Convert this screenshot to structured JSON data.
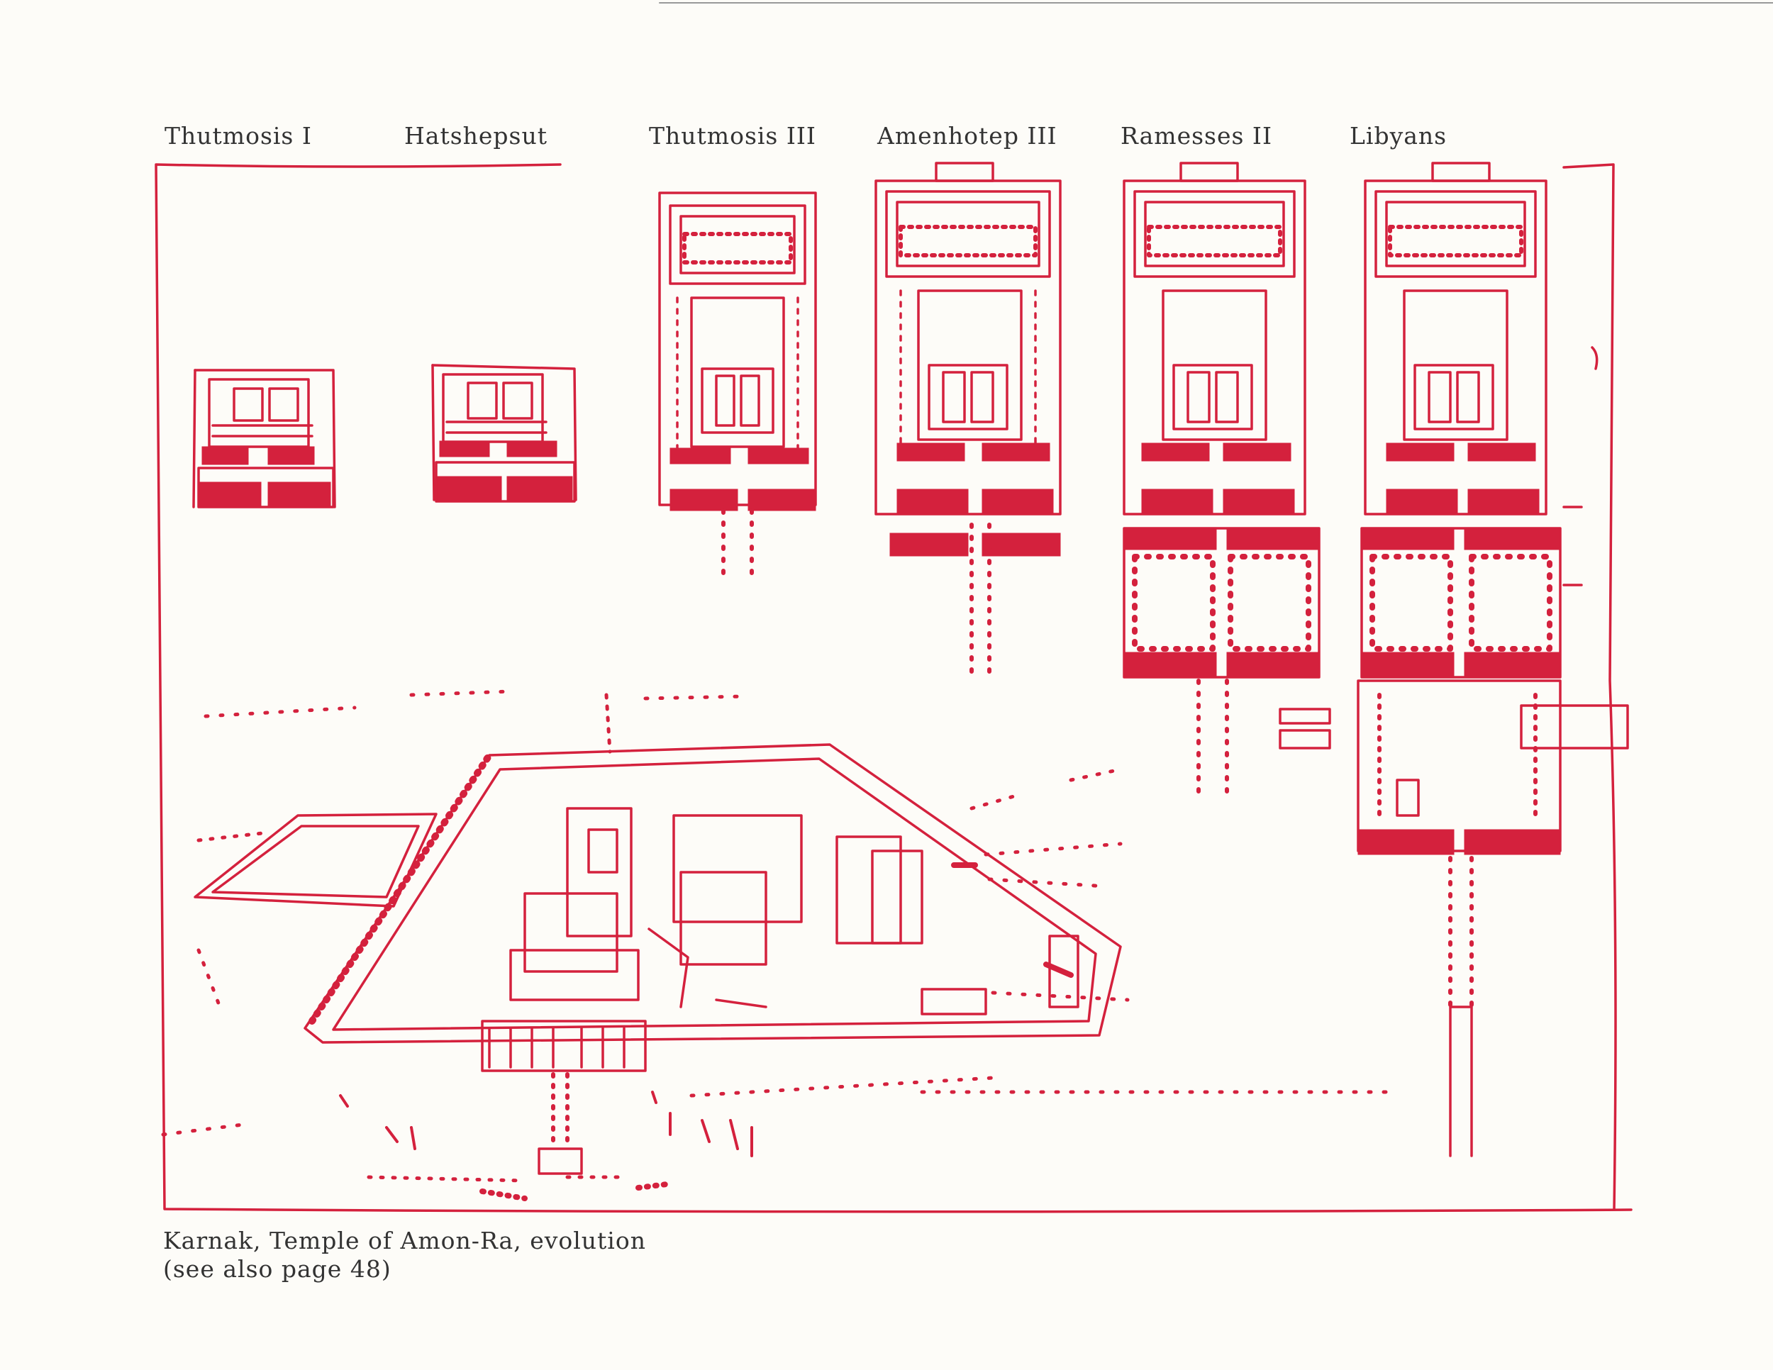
{
  "phases": [
    {
      "id": "thutmosis-i",
      "label": "Thutmosis I"
    },
    {
      "id": "hatshepsut",
      "label": "Hatshepsut"
    },
    {
      "id": "thutmosis-iii",
      "label": "Thutmosis III"
    },
    {
      "id": "amenhotep-iii",
      "label": "Amenhotep III"
    },
    {
      "id": "ramesses-ii",
      "label": "Ramesses II"
    },
    {
      "id": "libyans",
      "label": "Libyans"
    }
  ],
  "caption": {
    "line1": "Karnak, Temple of Amon-Ra, evolution",
    "line2": "(see also page 48)"
  },
  "colors": {
    "ink": "#d4213d",
    "paper": "#fdfcf8",
    "text": "#333333"
  }
}
